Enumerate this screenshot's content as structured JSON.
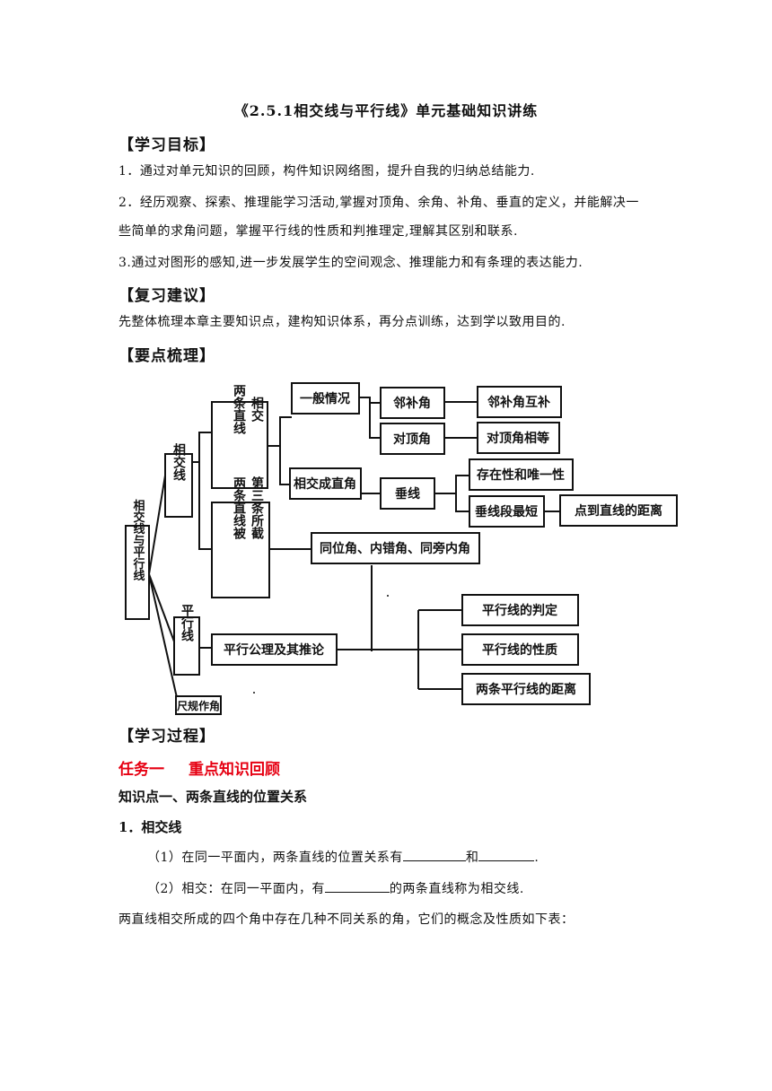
{
  "title": "《2.5.1相交线与平行线》单元基础知识讲练",
  "sections": {
    "objectives_heading": "【学习目标】",
    "objectives": [
      "1．通过对单元知识的回顾，构件知识网络图，提升自我的归纳总结能力.",
      "2．经历观察、探索、推理能学习活动,掌握对顶角、余角、补角、垂直的定义，并能解决一",
      "些简单的求角问题，掌握平行线的性质和判推理定,理解其区别和联系.",
      "3.通过对图形的感知,进一步发展学生的空间观念、推理能力和有条理的表达能力."
    ],
    "advice_heading": "【复习建议】",
    "advice": "先整体梳理本章主要知识点，建构知识体系，再分点训练，达到学以致用目的.",
    "outline_heading": "【要点梳理】",
    "process_heading": "【学习过程】",
    "task_label": "任务一",
    "task_title": "重点知识回顾",
    "knowledge_point": "知识点一、两条直线的位置关系",
    "item1": "1．相交线",
    "q1_prefix": "（1）在同一平面内，两条直线的位置关系有",
    "q1_mid": "和",
    "q1_suffix": ".",
    "q2_prefix": "（2）相交：在同一平面内，有",
    "q2_suffix": "的两条直线称为相交线.",
    "table_intro": "两直线相交所成的四个角中存在几种不同关系的角，它们的概念及性质如下表："
  },
  "diagram": {
    "root": "相交线与平行线",
    "intersect": "相交线",
    "parallel": "平行线",
    "ruler": "尺规作角",
    "two_lines_col1": "两条直线",
    "two_lines_col2": "相交",
    "third_col1": "两条直线被",
    "third_col2": "第三条所截",
    "general": "一般情况",
    "adjacent": "邻补角",
    "adjacent_prop": "邻补角互补",
    "vertical": "对顶角",
    "vertical_prop": "对顶角相等",
    "right_angle": "相交成直角",
    "perpendicular": "垂线",
    "existence": "存在性和唯一性",
    "shortest": "垂线段最短",
    "distance_point_line": "点到直线的距离",
    "angles": "同位角、内错角、同旁内角",
    "axiom": "平行公理及其推论",
    "judgement": "平行线的判定",
    "property": "平行线的性质",
    "distance_parallel": "两条平行线的距离"
  }
}
